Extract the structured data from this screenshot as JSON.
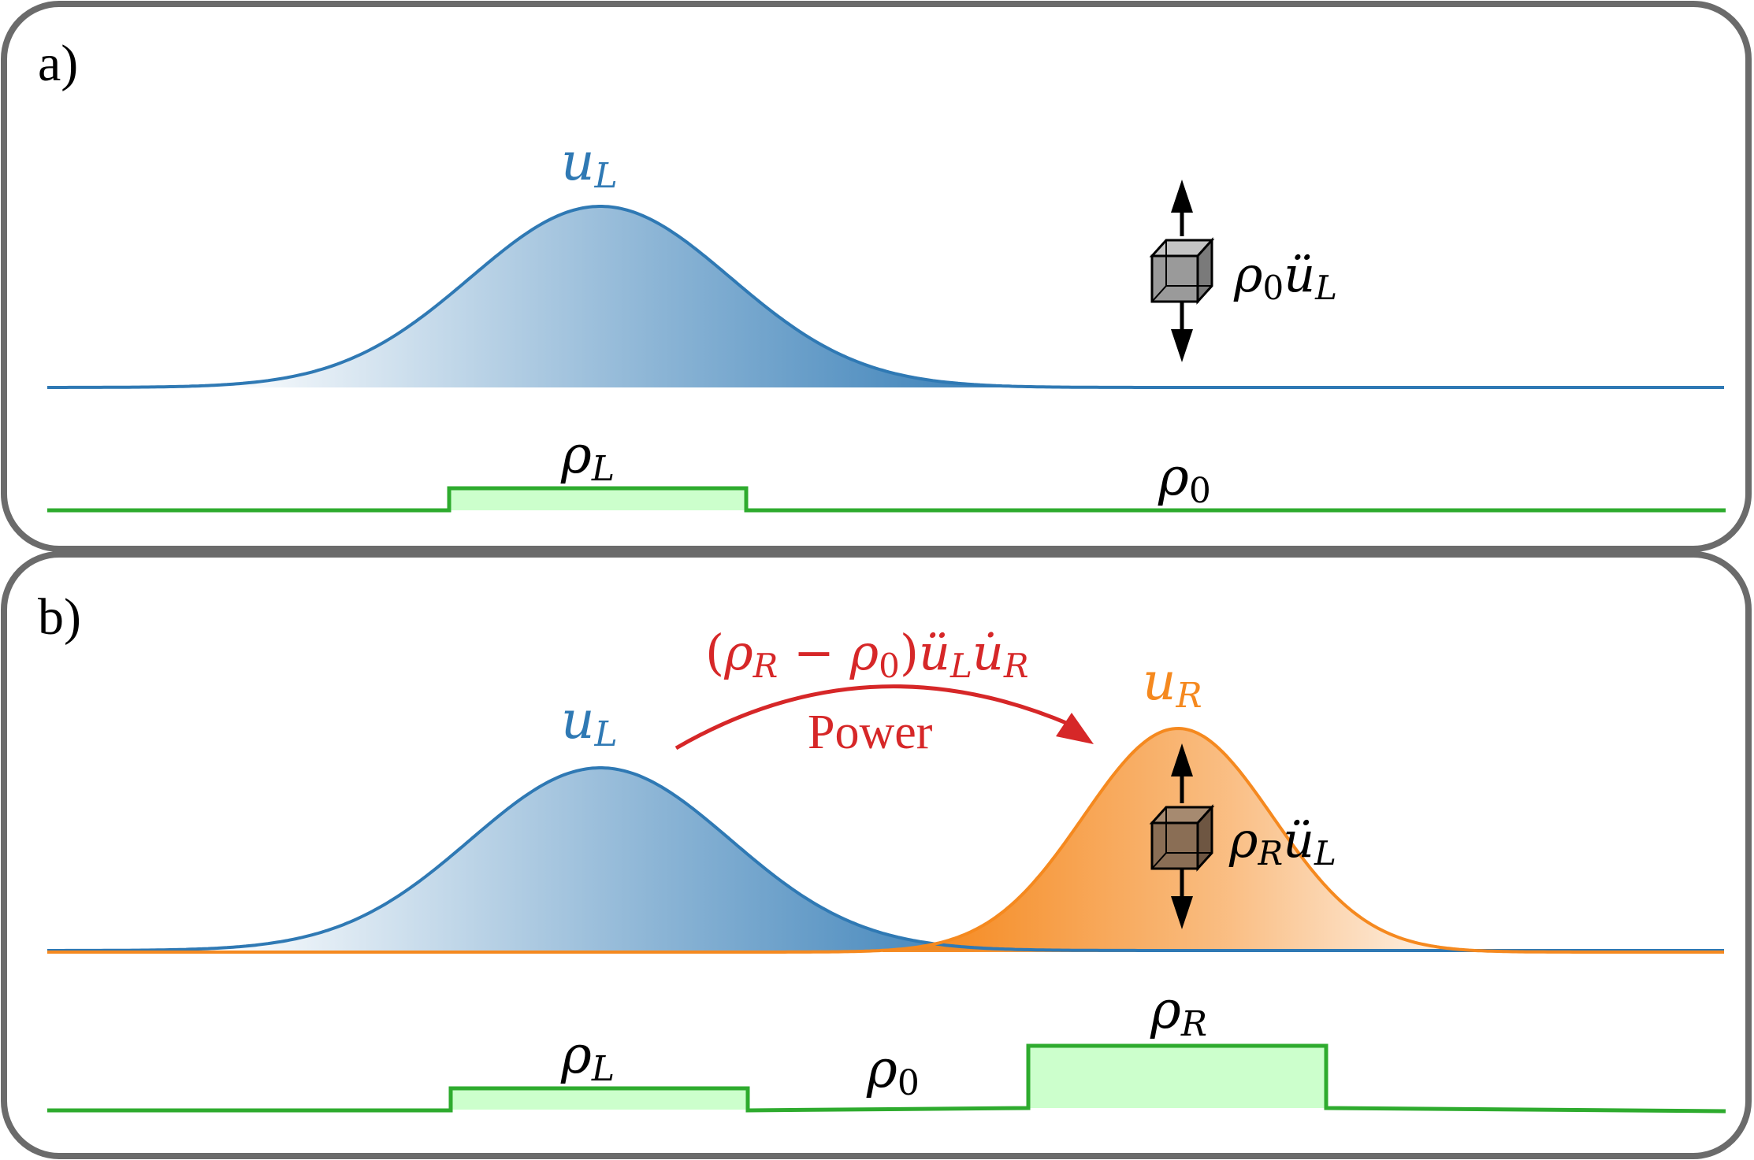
{
  "panel_a": {
    "tag": "a)",
    "wave_label_main": "u",
    "wave_label_sub": "L",
    "force_label_main": "ρ",
    "force_label_sub": "0",
    "force_label_acc": "ü",
    "force_label_acc_sub": "L",
    "density_left_main": "ρ",
    "density_left_sub": "L",
    "density_bg_main": "ρ",
    "density_bg_sub": "0"
  },
  "panel_b": {
    "tag": "b)",
    "wave_left_main": "u",
    "wave_left_sub": "L",
    "wave_right_main": "u",
    "wave_right_sub": "R",
    "power_formula": {
      "open": "(",
      "rho1": "ρ",
      "rho1_sub": "R",
      "minus": " − ",
      "rho2": "ρ",
      "rho2_sub": "0",
      "close": ")",
      "acc": "ü",
      "acc_sub": "L",
      "vel": "u̇",
      "vel_sub": "R"
    },
    "power_word": "Power",
    "force_label_main": "ρ",
    "force_label_sub": "R",
    "force_label_acc": "ü",
    "force_label_acc_sub": "L",
    "density_left_main": "ρ",
    "density_left_sub": "L",
    "density_mid_main": "ρ",
    "density_mid_sub": "0",
    "density_right_main": "ρ",
    "density_right_sub": "R"
  },
  "colors": {
    "blue": "#2f79b4",
    "orange": "#f5891f",
    "green": "#2eab2e",
    "green_fill": "#ccffcc",
    "red": "#d62728",
    "frame": "#6b6b6b",
    "cube_grey": "#9a9a9a",
    "cube_brown": "#8a6e55"
  }
}
